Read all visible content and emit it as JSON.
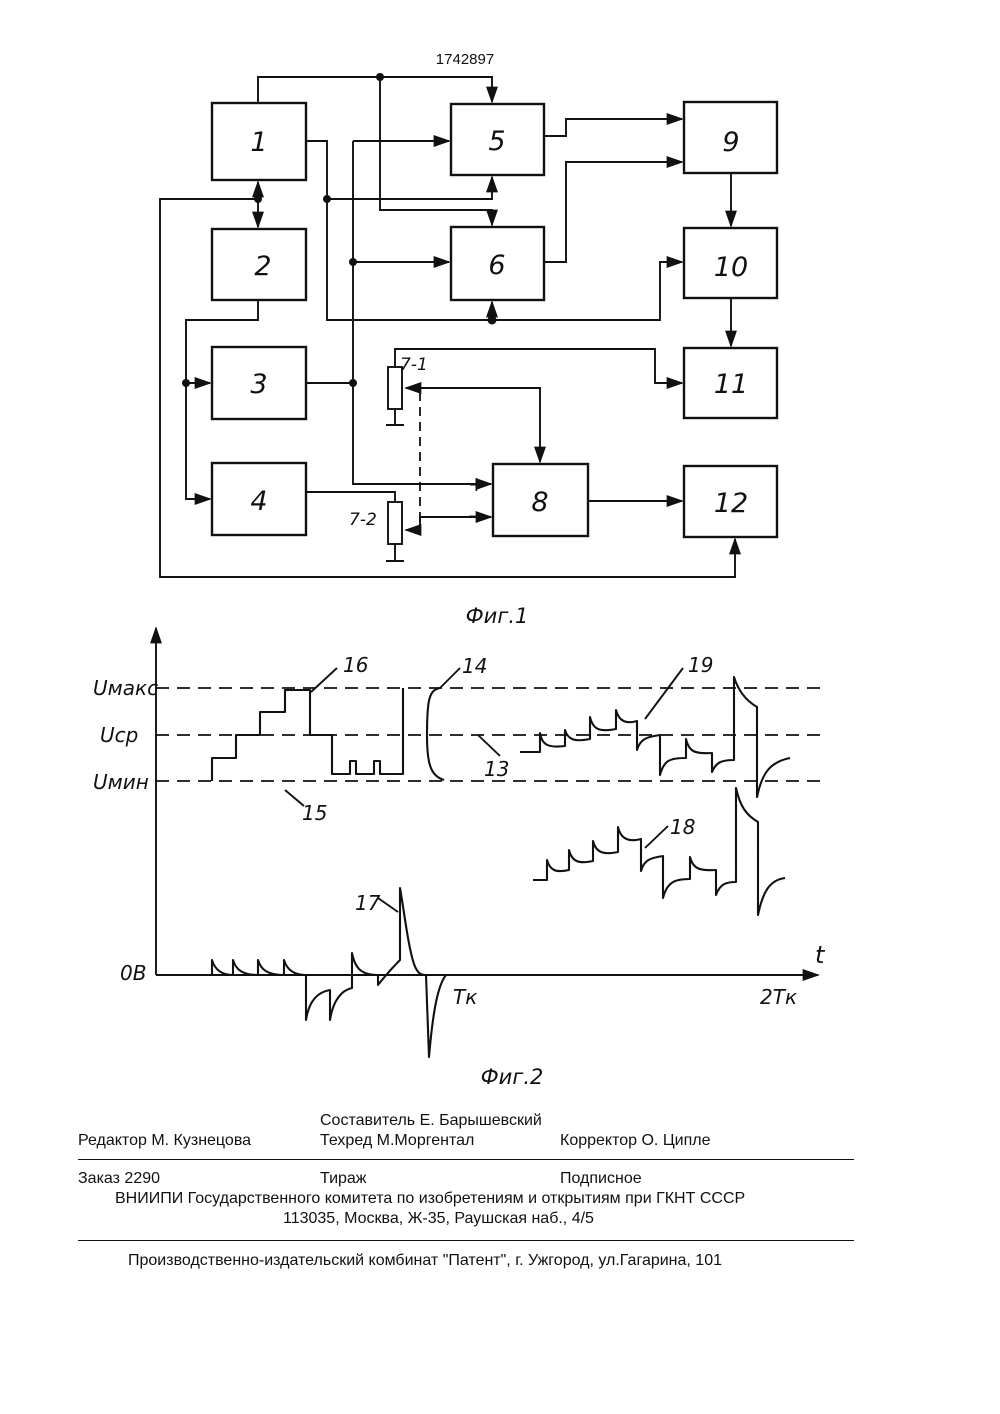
{
  "header": {
    "patent_number": "1742897"
  },
  "fig1": {
    "caption": "Фиг.1",
    "blocks": [
      "1",
      "2",
      "3",
      "4",
      "5",
      "6",
      "7-1",
      "7-2",
      "8",
      "9",
      "10",
      "11",
      "12"
    ],
    "plus": "+",
    "minus": "–"
  },
  "fig2": {
    "caption": "Фиг.2",
    "levels": {
      "umax": "Uмакс",
      "ucp": "Uср",
      "umin": "Uмин",
      "zero": "0В"
    },
    "axis": {
      "t": "t",
      "tk": "Tк",
      "t2k": "2Tк"
    },
    "callouts": [
      "13",
      "14",
      "15",
      "16",
      "17",
      "18",
      "19"
    ]
  },
  "imprint": {
    "compiler": "Составитель  Е. Барышевский",
    "editor": "Редактор  М. Кузнецова",
    "techred": "Техред М.Моргентал",
    "corrector": "Корректор  О. Ципле",
    "order": "Заказ  2290",
    "circulation": "Тираж",
    "subscription": "Подписное",
    "org": "ВНИИПИ Государственного комитета по изобретениям и открытиям при ГКНТ СССР",
    "address": "113035, Москва, Ж-35, Раушская наб., 4/5",
    "printer": "Производственно-издательский комбинат \"Патент\", г. Ужгород, ул.Гагарина, 101"
  }
}
